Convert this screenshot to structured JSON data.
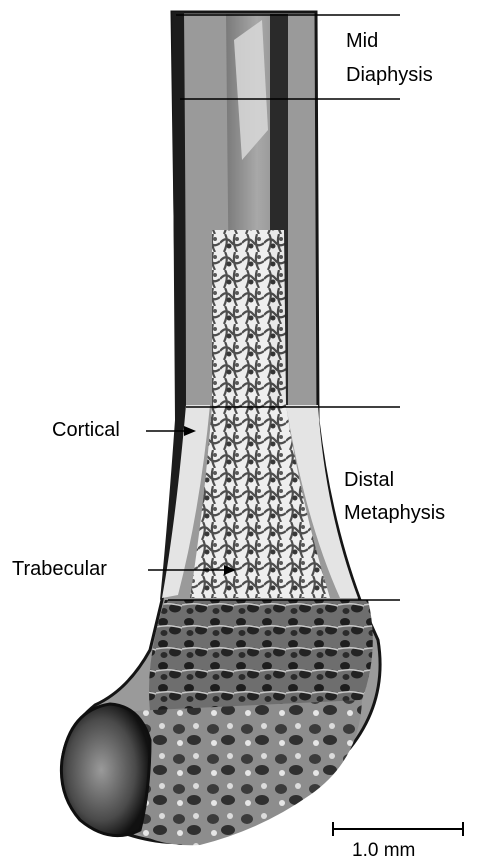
{
  "regions": {
    "mid_diaphysis": [
      "Mid",
      "Diaphysis"
    ],
    "distal_metaphysis": [
      "Distal",
      "Metaphysis"
    ]
  },
  "annotations": {
    "cortical": "Cortical",
    "trabecular": "Trabecular"
  },
  "scale_bar": {
    "label": "1.0 mm"
  },
  "colors": {
    "background": "#ffffff",
    "bone_gray": "#9a9a9a",
    "cortex_light": "#e2e2e2",
    "dark_edge": "#1a1a1a"
  }
}
